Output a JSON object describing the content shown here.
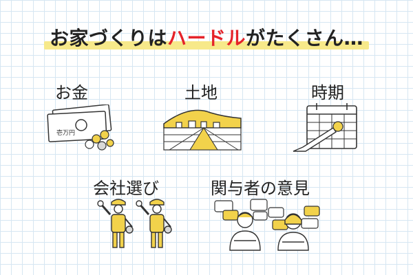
{
  "headline": {
    "before": "お家づくりは",
    "accent": "ハードル",
    "after": "がたくさん…",
    "accent_color": "#e5232a",
    "highlight_color": "#f7e98a"
  },
  "topics": [
    {
      "label": "お金",
      "icon": "money-icon"
    },
    {
      "label": "土地",
      "icon": "land-icon"
    },
    {
      "label": "時期",
      "icon": "calendar-icon"
    },
    {
      "label": "会社選び",
      "icon": "construction-workers-icon"
    },
    {
      "label": "関与者の意見",
      "icon": "people-opinions-icon"
    }
  ],
  "money_illustration": {
    "banknote_text": "壱万円"
  },
  "colors": {
    "accent_yellow": "#f2d24b",
    "line": "#333333",
    "grid": "#d6e6f2"
  }
}
